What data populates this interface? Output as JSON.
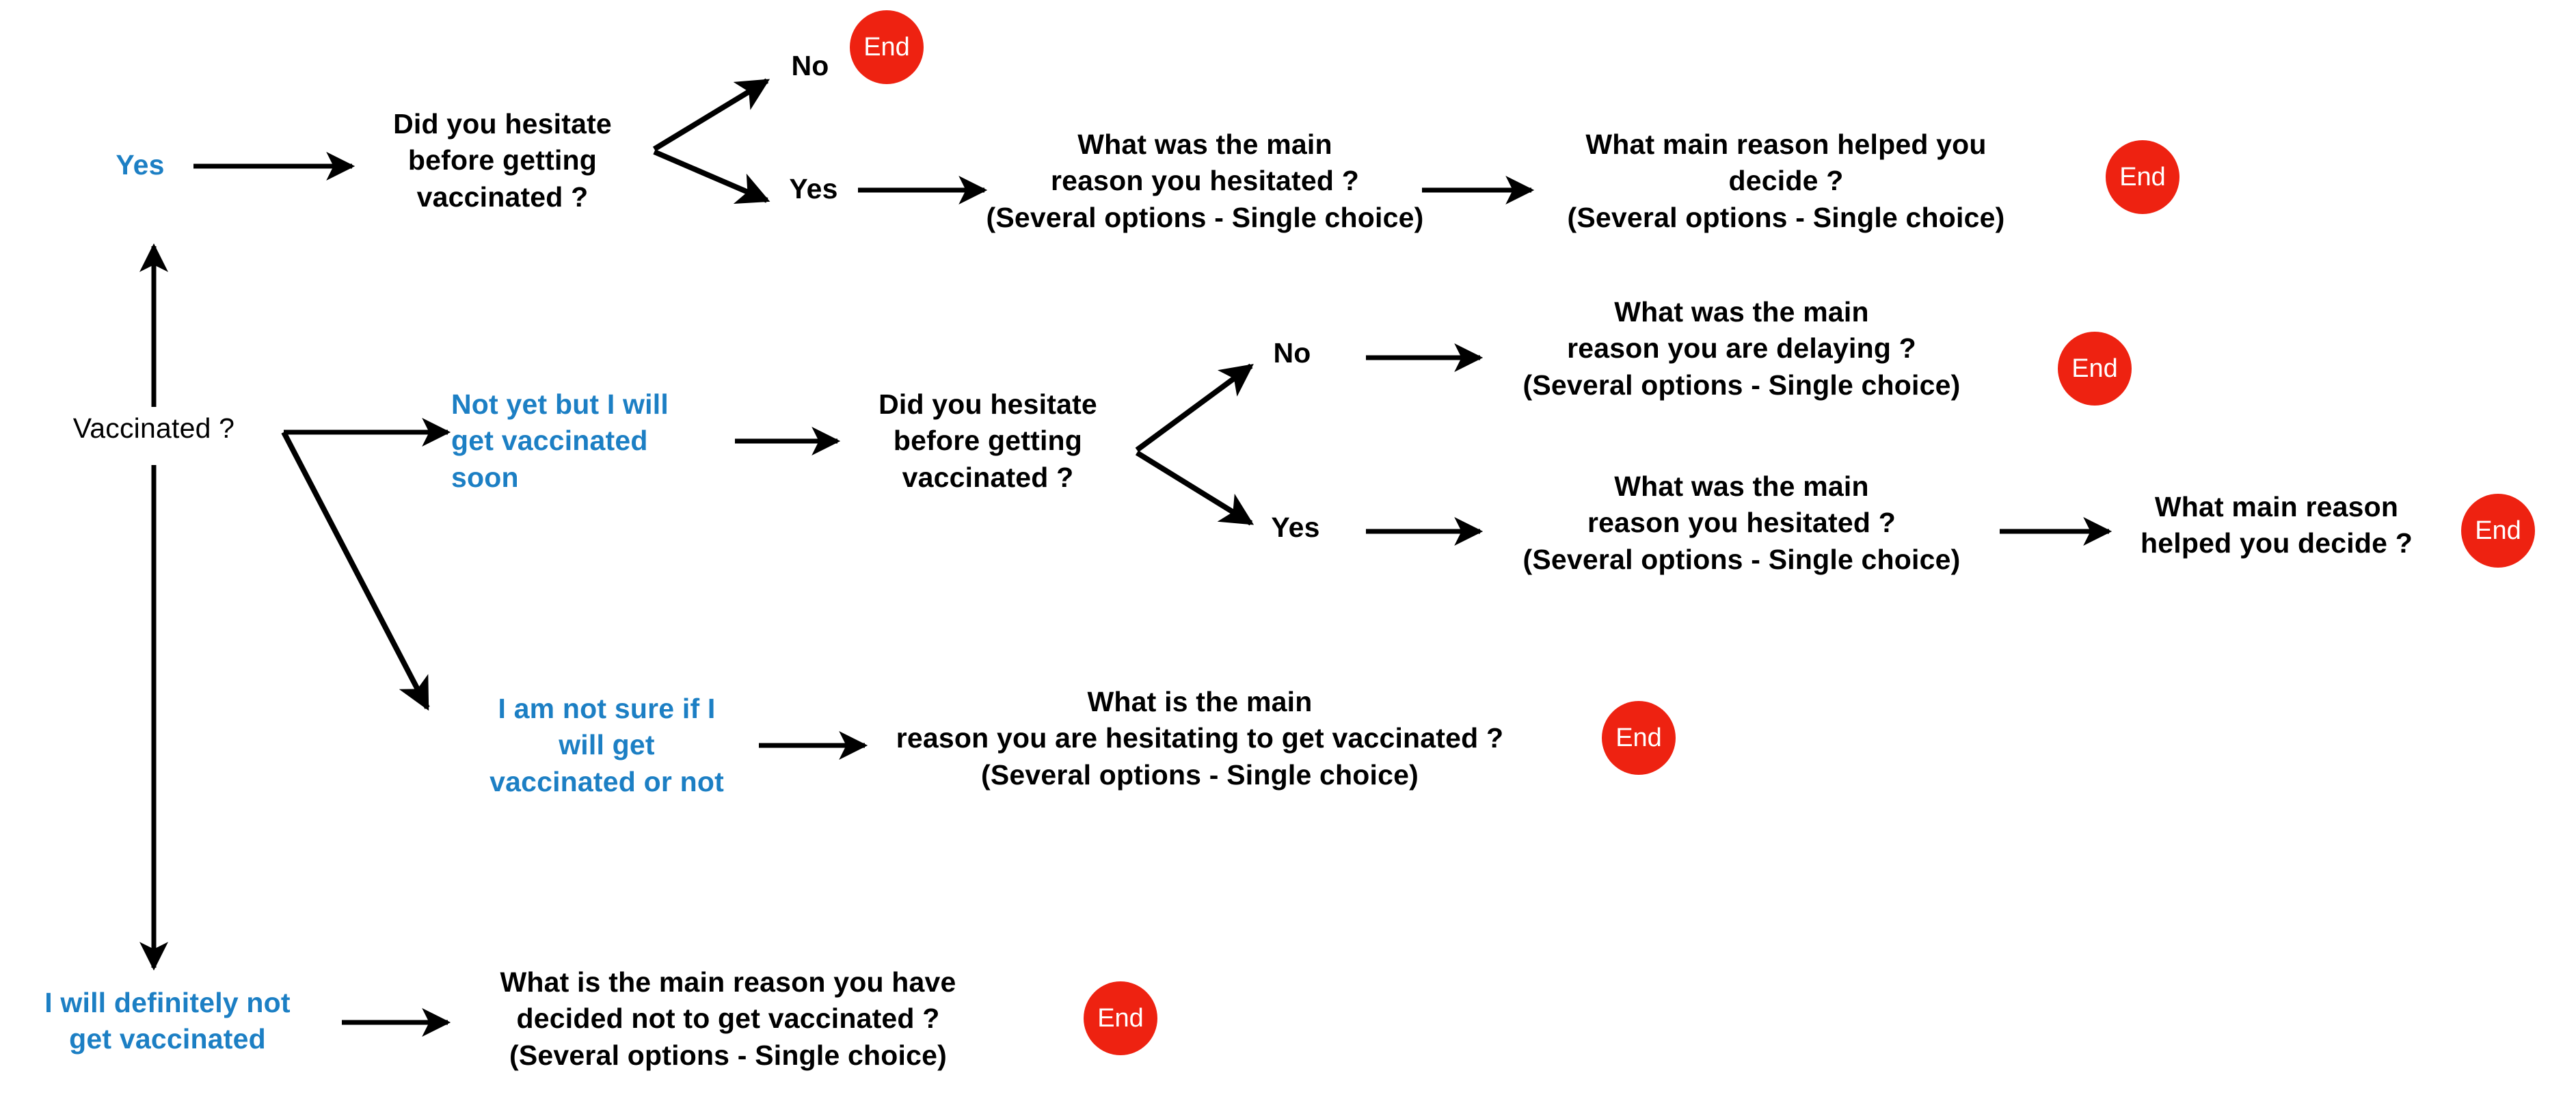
{
  "diagram": {
    "title": "Vaccination survey question flow",
    "colors": {
      "accent_blue": "#1C7FC4",
      "end_red": "#EE2211",
      "text_black": "#000000",
      "background": "#FFFFFF",
      "edge": "#000000"
    },
    "root": {
      "label": "Vaccinated ?"
    },
    "answers": {
      "yes": "Yes",
      "not_yet": "Not yet but I will\nget vaccinated\nsoon",
      "not_sure": "I am not sure if I\nwill get\nvaccinated or not",
      "definitely_not": "I will definitely not\nget vaccinated"
    },
    "branch_labels": {
      "row1_no": "No",
      "row1_yes": "Yes",
      "row2_no": "No",
      "row2_yes": "Yes"
    },
    "questions": {
      "hesitate_past": "Did you hesitate\nbefore getting\nvaccinated ?",
      "hesitate_future": "Did you hesitate\nbefore getting\nvaccinated ?",
      "main_reason_hesitated_1": "What was the main\nreason you hesitated ?\n(Several options - Single choice)",
      "main_reason_helped_decide_1": "What main reason helped you\ndecide ?\n(Several options - Single choice)",
      "main_reason_delaying": "What was the main\nreason you are delaying ?\n(Several options - Single choice)",
      "main_reason_hesitated_2": "What was the main\nreason you hesitated ?\n(Several options - Single choice)",
      "main_reason_helped_decide_2": "What main reason\nhelped you decide ?",
      "main_reason_hesitating_unsure": "What is the main\nreason you are hesitating to get vaccinated ?\n(Several options - Single choice)",
      "main_reason_decided_not": "What is the main reason you have\ndecided not to get vaccinated ?\n(Several options - Single choice)"
    },
    "end_nodes": {
      "end_1": "End",
      "end_2": "End",
      "end_3": "End",
      "end_4": "End",
      "end_5": "End",
      "end_6": "End"
    }
  }
}
